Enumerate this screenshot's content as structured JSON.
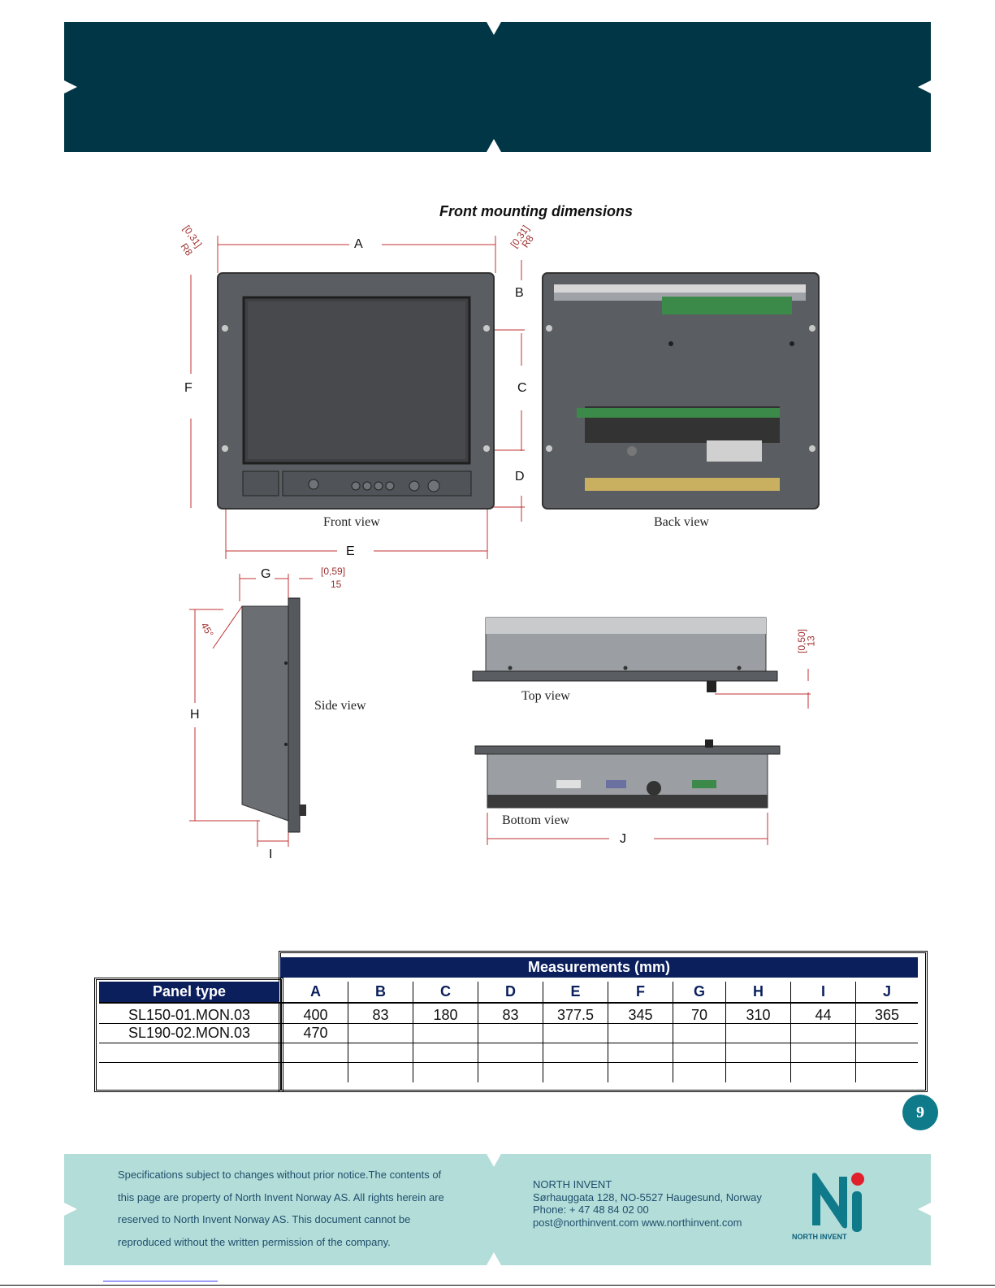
{
  "section_title": "Front mounting dimensions",
  "drawing": {
    "dimension_letters": {
      "A": "A",
      "B": "B",
      "C": "C",
      "D": "D",
      "E": "E",
      "F": "F",
      "G": "G",
      "H": "H",
      "I": "I",
      "J": "J"
    },
    "annotations": {
      "radius_left": "[0,31]",
      "radius_left_mm": "R8",
      "radius_right": "[0,31]",
      "radius_right_mm": "R8",
      "side_depth": "[0,59]",
      "side_depth_mm": "15",
      "top_offset": "[0,50]",
      "top_offset_mm": "13",
      "angle": "45°"
    },
    "view_labels": {
      "front": "Front view",
      "back": "Back view",
      "side": "Side view",
      "top": "Top view",
      "bottom": "Bottom view"
    }
  },
  "table": {
    "title": "Measurements (mm)",
    "panel_header": "Panel  type",
    "columns": [
      "A",
      "B",
      "C",
      "D",
      "E",
      "F",
      "G",
      "H",
      "I",
      "J"
    ],
    "rows": [
      {
        "panel": "SL150-01.MON.03",
        "values": [
          "400",
          "83",
          "180",
          "83",
          "377.5",
          "345",
          "70",
          "310",
          "44",
          "365"
        ]
      },
      {
        "panel": "SL190-02.MON.03",
        "values": [
          "470",
          "",
          "",
          "",
          "",
          "",
          "",
          "",
          "",
          ""
        ]
      },
      {
        "panel": "",
        "values": [
          "",
          "",
          "",
          "",
          "",
          "",
          "",
          "",
          "",
          ""
        ]
      },
      {
        "panel": "",
        "values": [
          "",
          "",
          "",
          "",
          "",
          "",
          "",
          "",
          "",
          ""
        ]
      }
    ]
  },
  "page_number": "9",
  "footer": {
    "notice_lines": [
      "Specifications subject to changes without prior notice.The contents of",
      "this page are property of North Invent Norway AS. All rights herein are",
      "reserved to North Invent Norway AS. This document cannot be",
      "reproduced without the written permission of the company."
    ],
    "contact": {
      "company": "NORTH INVENT",
      "address": "Sørhauggata 128, NO-5527 Haugesund, Norway",
      "phone": "Phone: + 47 48 84 02 00",
      "web": "post@northinvent.com  www.northinvent.com"
    },
    "brand_label": "NORTH INVENT"
  },
  "colors": {
    "header_band": "#003645",
    "footer_band": "#b3ddd9",
    "table_header": "#0b1f5c",
    "badge": "#0e7a8a",
    "logo_dot": "#e0202a"
  }
}
